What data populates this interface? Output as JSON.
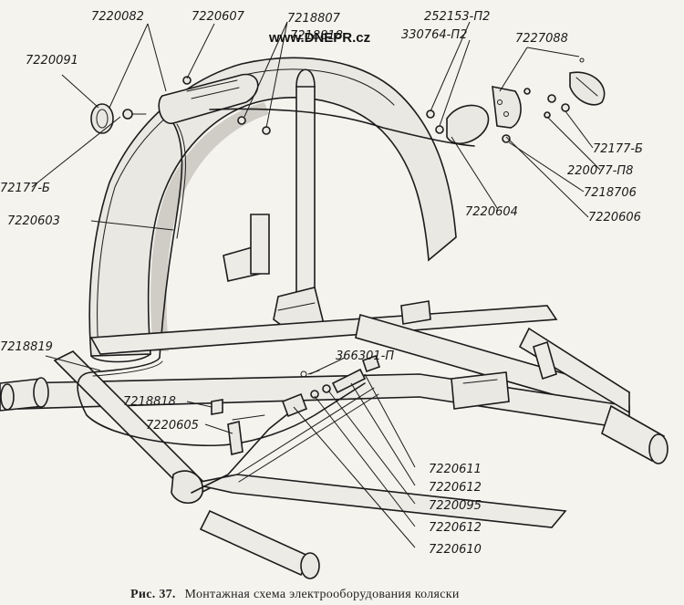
{
  "watermark": "www.DNEPR.cz",
  "caption": {
    "figure": "Рис. 37.",
    "text": "Монтажная схема электрооборудования коляски"
  },
  "labels": {
    "p7220082": "7220082",
    "p7220607": "7220607",
    "p7218807": "7218807",
    "p7218818top": "7218818",
    "p252153": "252153-П2",
    "p330764": "330764-П2",
    "p7227088": "7227088",
    "p7220091": "7220091",
    "p72177b_left": "72177-Б",
    "p7220603": "7220603",
    "p72177b_right": "72177-Б",
    "p220077": "220077-П8",
    "p7218706": "7218706",
    "p7220604": "7220604",
    "p7220606": "7220606",
    "p7218819": "7218819",
    "p366301": "366301-П",
    "p7218818": "7218818",
    "p7220605": "7220605",
    "p7220611": "7220611",
    "p7220612a": "7220612",
    "p7220095": "7220095",
    "p7220612b": "7220612",
    "p7220610": "7220610"
  }
}
